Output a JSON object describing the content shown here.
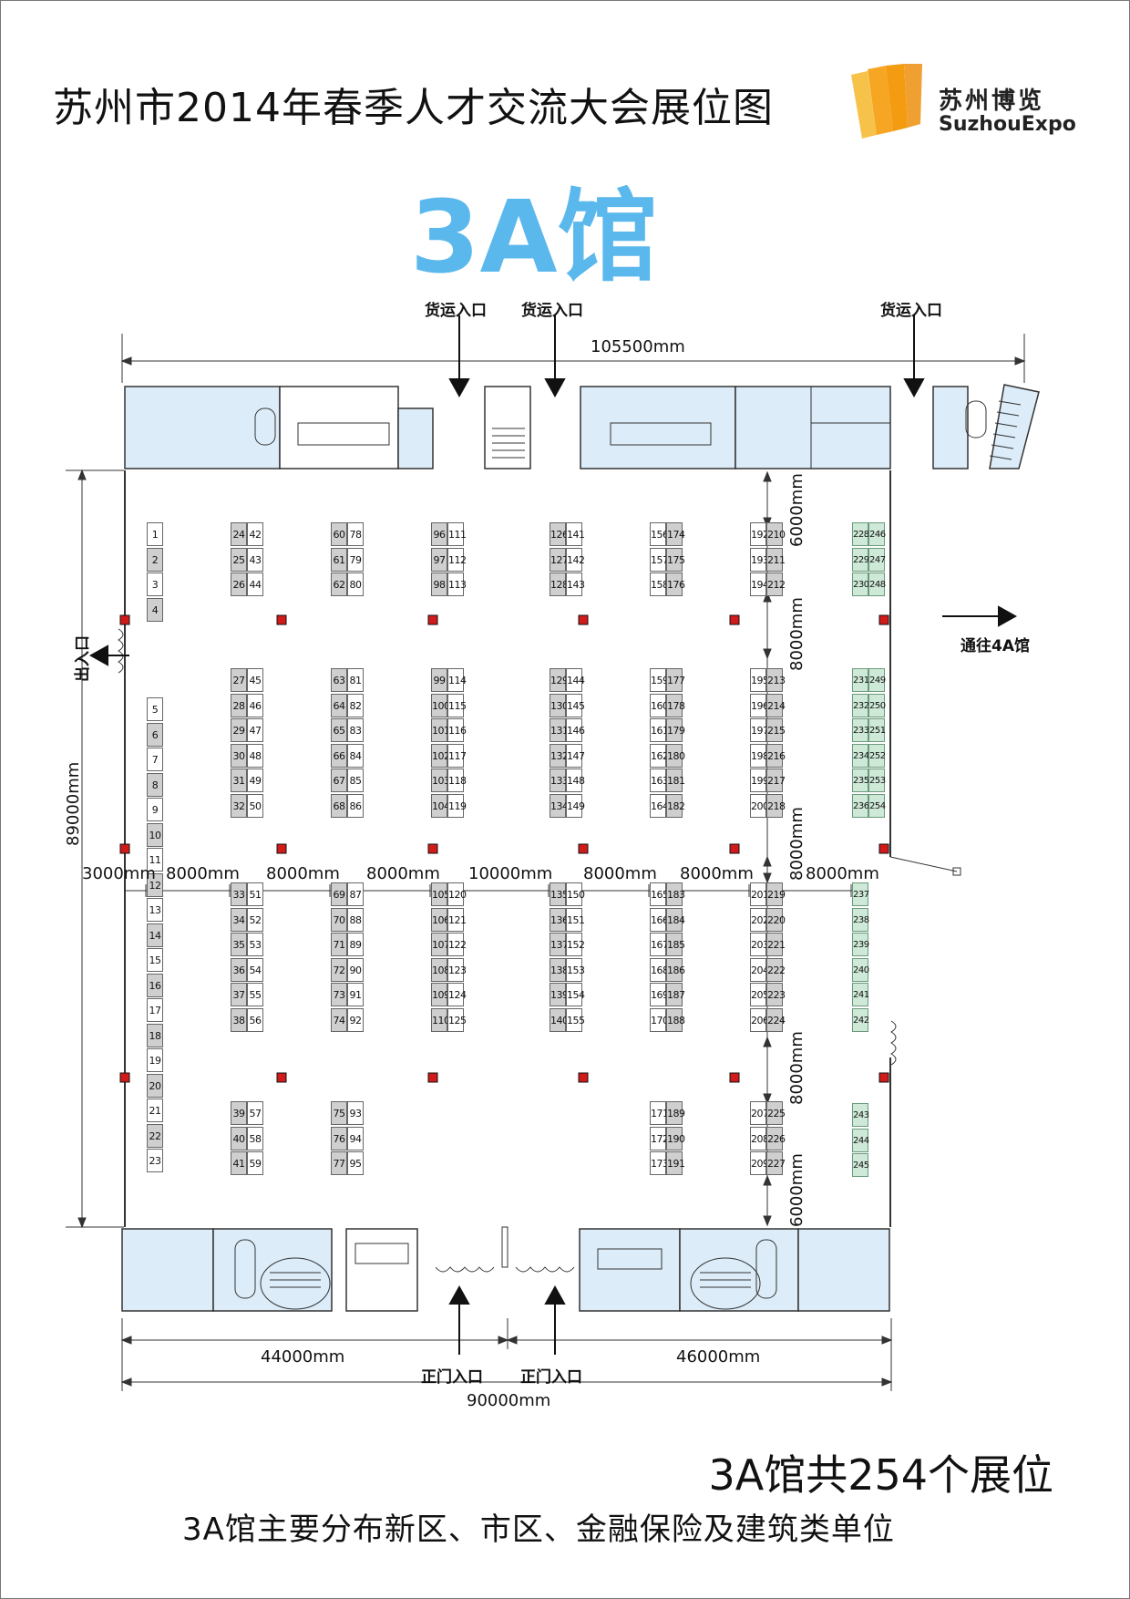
{
  "title": "苏州市2014年春季人才交流大会展位图",
  "hall_title": "3A馆",
  "logo": {
    "cn": "苏州博览",
    "en": "SuzhouExpo"
  },
  "entrances": {
    "cargo_1": "货运入口",
    "cargo_2": "货运入口",
    "cargo_3": "货运入口",
    "main_1": "正门入口",
    "main_2": "正门入口",
    "exit": "出入口",
    "to_4a": "通往4A馆"
  },
  "dimensions": {
    "top_width": "105500mm",
    "left_height": "89000mm",
    "gap_top": "6000mm",
    "gap_mid1": "8000mm",
    "gap_mid2": "8000mm",
    "gap_mid3": "8000mm",
    "gap_bottom": "6000mm",
    "row_3000": "3000mm",
    "row_a": "8000mm",
    "row_b": "8000mm",
    "row_c": "8000mm",
    "row_d": "10000mm",
    "row_e": "8000mm",
    "row_f": "8000mm",
    "row_g": "8000mm",
    "bottom_left": "44000mm",
    "bottom_right": "46000mm",
    "bottom_total": "90000mm"
  },
  "summary": {
    "count": "3A馆共254个展位",
    "desc": "3A馆主要分布新区、市区、金融保险及建筑类单位"
  },
  "colors": {
    "accent": "#5bb8ec",
    "room_fill": "#dcecf8",
    "booth_gray": "#cfcfcf",
    "booth_green": "#cfe9d9",
    "column_red": "#d11a1a"
  },
  "booths": {
    "col1": [
      1,
      2,
      3,
      4,
      5,
      6,
      7,
      8,
      9,
      10,
      11,
      12,
      13,
      14,
      15,
      16,
      17,
      18,
      19,
      20,
      21,
      22,
      23
    ],
    "col2a": [
      24,
      25,
      26,
      27,
      28,
      29,
      30,
      31,
      32,
      33,
      34,
      35,
      36,
      37,
      38,
      39,
      40,
      41
    ],
    "col2b": [
      42,
      43,
      44,
      45,
      46,
      47,
      48,
      49,
      50,
      51,
      52,
      53,
      54,
      55,
      56,
      57,
      58,
      59
    ],
    "col3a": [
      60,
      61,
      62,
      63,
      64,
      65,
      66,
      67,
      68,
      69,
      70,
      71,
      72,
      73,
      74,
      75,
      76,
      77
    ],
    "col3b": [
      78,
      79,
      80,
      81,
      82,
      83,
      84,
      85,
      86,
      87,
      88,
      89,
      90,
      91,
      92,
      93,
      94,
      95
    ],
    "col4a": [
      96,
      97,
      98,
      99,
      100,
      101,
      102,
      103,
      104,
      105,
      106,
      107,
      108,
      109,
      110
    ],
    "col4b": [
      111,
      112,
      113,
      114,
      115,
      116,
      117,
      118,
      119,
      120,
      121,
      122,
      123,
      124,
      125
    ],
    "col5a": [
      126,
      127,
      128,
      129,
      130,
      131,
      132,
      133,
      134,
      135,
      136,
      137,
      138,
      139,
      140
    ],
    "col5b": [
      141,
      142,
      143,
      144,
      145,
      146,
      147,
      148,
      149,
      150,
      151,
      152,
      153,
      154,
      155
    ],
    "col6a": [
      156,
      157,
      158,
      159,
      160,
      161,
      162,
      163,
      164,
      165,
      166,
      167,
      168,
      169,
      170,
      171,
      172,
      173
    ],
    "col6b": [
      174,
      175,
      176,
      177,
      178,
      179,
      180,
      181,
      182,
      183,
      184,
      185,
      186,
      187,
      188,
      189,
      190,
      191
    ],
    "col7a": [
      192,
      193,
      194,
      195,
      196,
      197,
      198,
      199,
      200,
      201,
      202,
      203,
      204,
      205,
      206,
      207,
      208,
      209
    ],
    "col7b": [
      210,
      211,
      212,
      213,
      214,
      215,
      216,
      217,
      218,
      219,
      220,
      221,
      222,
      223,
      224,
      225,
      226,
      227
    ],
    "col8a": [
      228,
      229,
      230,
      231,
      232,
      233,
      234,
      235,
      236
    ],
    "col8b": [
      246,
      247,
      248,
      249,
      250,
      251,
      252,
      253,
      254
    ],
    "col8c": [
      237,
      238,
      239,
      240,
      241,
      242,
      243,
      244,
      245
    ]
  }
}
